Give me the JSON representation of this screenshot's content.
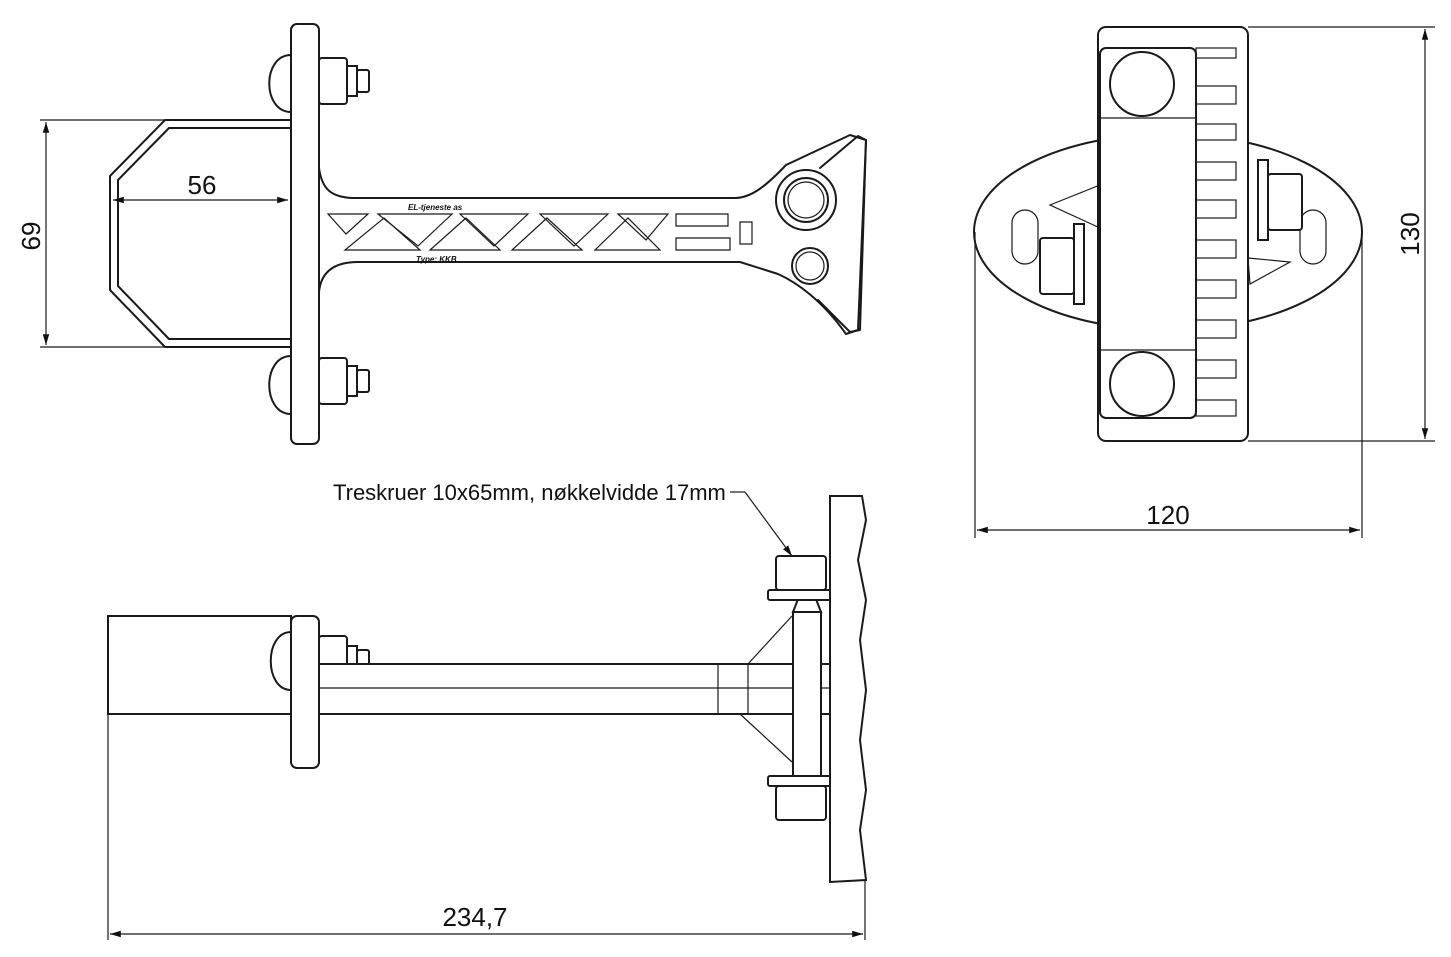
{
  "dimensions": {
    "clamp_height": "69",
    "clamp_width": "56",
    "plate_height": "130",
    "plate_width": "120",
    "total_length": "234,7"
  },
  "annotation": {
    "screw_note": "Treskruer 10x65mm, nøkkelvidde 17mm"
  },
  "markings": {
    "maker": "EL-tjeneste as",
    "type": "Type: KKB"
  },
  "colors": {
    "line": "#1a1a1a",
    "background": "#ffffff"
  }
}
